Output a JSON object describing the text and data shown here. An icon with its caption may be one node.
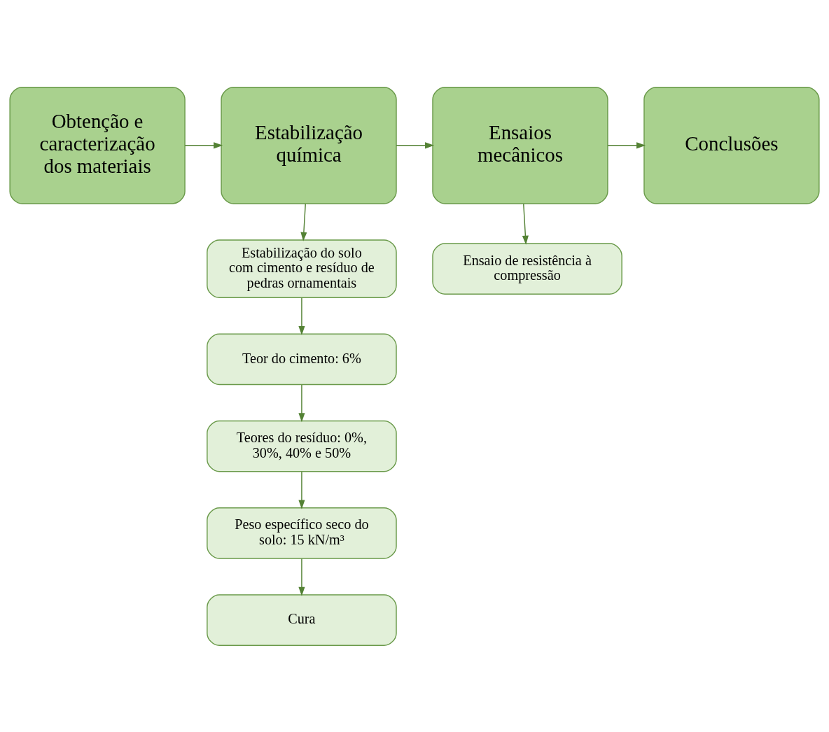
{
  "diagram": {
    "nodes": [
      {
        "text": [
          "Obtenção e caracterização dos materiais"
        ]
      },
      {
        "text": [
          "Estabilização química"
        ]
      },
      {
        "text": [
          "Ensaios mecânicos"
        ]
      },
      {
        "text": [
          "Conclusões"
        ]
      },
      {
        "text": [
          "Estabilização do solo com cimento e resíduo de pedras ornamentais"
        ]
      },
      {
        "text": [
          "Ensaio de resistência à compressão"
        ]
      },
      {
        "text": [
          "Teor do cimento: 6%"
        ]
      },
      {
        "text": [
          "Teores do resíduo: 0%, 30%, 40% e 50%"
        ]
      },
      {
        "text": [
          "Peso específico seco do solo: 15 kN/m³"
        ]
      },
      {
        "text": [
          "Cura"
        ]
      }
    ],
    "edges": [
      {
        "from": 0,
        "to": 1,
        "arrow": "to"
      },
      {
        "from": 1,
        "to": 2,
        "arrow": "to"
      },
      {
        "from": 2,
        "to": 3,
        "arrow": "to"
      },
      {
        "from": 1,
        "to": 4,
        "arrow": "to"
      },
      {
        "from": 2,
        "to": 5,
        "arrow": "to"
      },
      {
        "from": 4,
        "to": 6,
        "arrow": "to"
      },
      {
        "from": 6,
        "to": 7,
        "arrow": "to"
      },
      {
        "from": 7,
        "to": 8,
        "arrow": "to"
      },
      {
        "from": 8,
        "to": 9,
        "arrow": "to"
      }
    ]
  }
}
